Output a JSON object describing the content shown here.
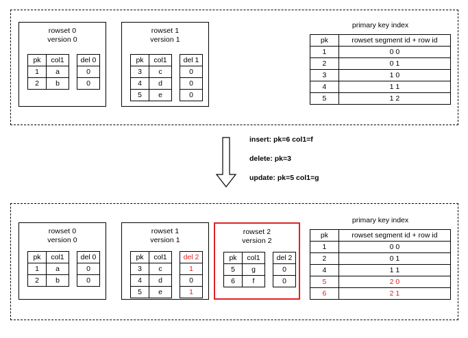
{
  "diagram": {
    "title_before": "primary key index",
    "title_after": "primary key index",
    "before": {
      "rowsets": [
        {
          "name": "rowset 0",
          "version": "version 0",
          "title": "rowset 0\nversion 0",
          "highlight": false,
          "data_headers": [
            "pk",
            "col1"
          ],
          "rows": [
            [
              "1",
              "a"
            ],
            [
              "2",
              "b"
            ]
          ],
          "del_header": "del 0",
          "del_header_red": false,
          "del_values": [
            "0",
            "0"
          ],
          "del_red_flags": [
            false,
            false
          ]
        },
        {
          "name": "rowset 1",
          "version": "version 1",
          "title": "rowset 1\nversion 1",
          "highlight": false,
          "data_headers": [
            "pk",
            "col1"
          ],
          "rows": [
            [
              "3",
              "c"
            ],
            [
              "4",
              "d"
            ],
            [
              "5",
              "e"
            ]
          ],
          "del_header": "del 1",
          "del_header_red": false,
          "del_values": [
            "0",
            "0",
            "0"
          ],
          "del_red_flags": [
            false,
            false,
            false
          ]
        }
      ],
      "index": {
        "title": "primary key index",
        "headers": [
          "pk",
          "rowset segment id + row id"
        ],
        "rows": [
          {
            "pk": "1",
            "loc": "0 0",
            "red": false
          },
          {
            "pk": "2",
            "loc": "0 1",
            "red": false
          },
          {
            "pk": "3",
            "loc": "1 0",
            "red": false
          },
          {
            "pk": "4",
            "loc": "1 1",
            "red": false
          },
          {
            "pk": "5",
            "loc": "1 2",
            "red": false
          }
        ]
      }
    },
    "operations": [
      "insert: pk=6 col1=f",
      "delete: pk=3",
      "update: pk=5 col1=g"
    ],
    "after": {
      "rowsets": [
        {
          "name": "rowset 0",
          "version": "version 0",
          "title": "rowset 0\nversion 0",
          "highlight": false,
          "data_headers": [
            "pk",
            "col1"
          ],
          "rows": [
            [
              "1",
              "a"
            ],
            [
              "2",
              "b"
            ]
          ],
          "del_header": "del 0",
          "del_header_red": false,
          "del_values": [
            "0",
            "0"
          ],
          "del_red_flags": [
            false,
            false
          ]
        },
        {
          "name": "rowset 1",
          "version": "version 1",
          "title": "rowset 1\nversion 1",
          "highlight": false,
          "data_headers": [
            "pk",
            "col1"
          ],
          "rows": [
            [
              "3",
              "c"
            ],
            [
              "4",
              "d"
            ],
            [
              "5",
              "e"
            ]
          ],
          "del_header": "del 2",
          "del_header_red": true,
          "del_values": [
            "1",
            "0",
            "1"
          ],
          "del_red_flags": [
            true,
            false,
            true
          ]
        },
        {
          "name": "rowset 2",
          "version": "version 2",
          "title": "rowset 2\nversion 2",
          "highlight": true,
          "data_headers": [
            "pk",
            "col1"
          ],
          "rows": [
            [
              "5",
              "g"
            ],
            [
              "6",
              "f"
            ]
          ],
          "del_header": "del 2",
          "del_header_red": false,
          "del_values": [
            "0",
            "0"
          ],
          "del_red_flags": [
            false,
            false
          ]
        }
      ],
      "index": {
        "title": "primary key index",
        "headers": [
          "pk",
          "rowset segment id + row id"
        ],
        "rows": [
          {
            "pk": "1",
            "loc": "0 0",
            "red": false
          },
          {
            "pk": "2",
            "loc": "0 1",
            "red": false
          },
          {
            "pk": "4",
            "loc": "1 1",
            "red": false
          },
          {
            "pk": "5",
            "loc": "2 0",
            "red": true
          },
          {
            "pk": "6",
            "loc": "2 1",
            "red": true
          }
        ]
      }
    },
    "colors": {
      "accent_red": "#e02020",
      "line": "#000000",
      "background": "#ffffff"
    }
  }
}
